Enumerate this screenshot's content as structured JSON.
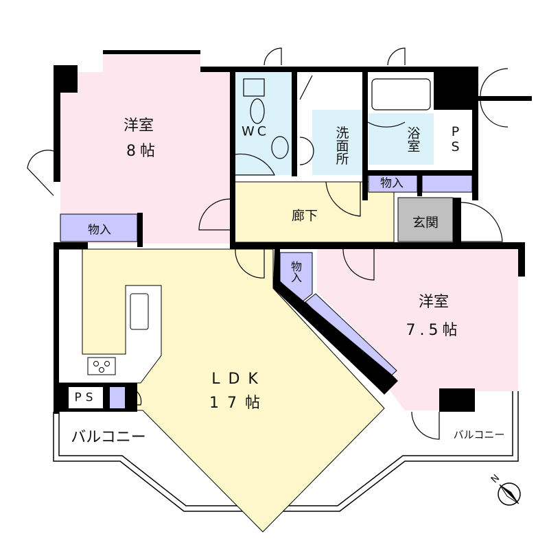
{
  "rooms": {
    "western_8": {
      "name": "洋室",
      "size": "8帖"
    },
    "wc": "WC",
    "washroom": "洗面所",
    "bath": "浴室",
    "ps_top": "PS",
    "storage_entry": "物入",
    "storage_west8": "物入",
    "hallway": "廊下",
    "entrance": "玄関",
    "storage_small": "物入",
    "western_75": {
      "name": "洋室",
      "size": "7.5帖"
    },
    "ldk": {
      "name": "LDK",
      "size": "17帖"
    },
    "ps_bottom": "PS",
    "balcony_left": "バルコニー",
    "balcony_right": "バルコニー"
  },
  "colors": {
    "western": "#fde6ee",
    "ldk": "#fff8cc",
    "water": "#dcf2fb",
    "storage": "#c9c8ff",
    "entrance": "#c0c0c0"
  },
  "compass": {
    "label": "N",
    "icon": "north-arrow-icon"
  }
}
